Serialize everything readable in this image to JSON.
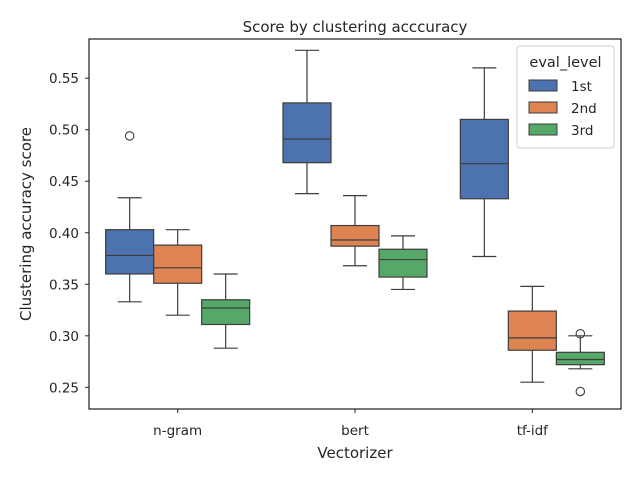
{
  "chart_data": {
    "type": "box",
    "title": "Score by clustering acccuracy",
    "xlabel": "Vectorizer",
    "ylabel": "Clustering accuracy score",
    "ylim": [
      0.229,
      0.588
    ],
    "yticks": [
      0.25,
      0.3,
      0.35,
      0.4,
      0.45,
      0.5,
      0.55
    ],
    "ytick_labels": [
      "0.25",
      "0.30",
      "0.35",
      "0.40",
      "0.45",
      "0.50",
      "0.55"
    ],
    "categories": [
      "n-gram",
      "bert",
      "tf-idf"
    ],
    "grid": false,
    "legend": {
      "title": "eval_level",
      "position": "top-right"
    },
    "series": [
      {
        "name": "1st",
        "color": "#4c72b0",
        "boxes": [
          {
            "whislo": 0.333,
            "q1": 0.36,
            "med": 0.378,
            "q3": 0.403,
            "whishi": 0.434,
            "fliers": [
              0.494
            ]
          },
          {
            "whislo": 0.438,
            "q1": 0.468,
            "med": 0.491,
            "q3": 0.526,
            "whishi": 0.577,
            "fliers": []
          },
          {
            "whislo": 0.377,
            "q1": 0.433,
            "med": 0.467,
            "q3": 0.51,
            "whishi": 0.56,
            "fliers": []
          }
        ]
      },
      {
        "name": "2nd",
        "color": "#dd8452",
        "boxes": [
          {
            "whislo": 0.32,
            "q1": 0.351,
            "med": 0.366,
            "q3": 0.388,
            "whishi": 0.403,
            "fliers": []
          },
          {
            "whislo": 0.368,
            "q1": 0.387,
            "med": 0.393,
            "q3": 0.407,
            "whishi": 0.436,
            "fliers": []
          },
          {
            "whislo": 0.255,
            "q1": 0.286,
            "med": 0.298,
            "q3": 0.324,
            "whishi": 0.348,
            "fliers": []
          }
        ]
      },
      {
        "name": "3rd",
        "color": "#55a868",
        "boxes": [
          {
            "whislo": 0.288,
            "q1": 0.311,
            "med": 0.327,
            "q3": 0.335,
            "whishi": 0.36,
            "fliers": []
          },
          {
            "whislo": 0.345,
            "q1": 0.357,
            "med": 0.374,
            "q3": 0.384,
            "whishi": 0.397,
            "fliers": []
          },
          {
            "whislo": 0.268,
            "q1": 0.272,
            "med": 0.277,
            "q3": 0.284,
            "whishi": 0.3,
            "fliers": [
              0.302,
              0.246
            ]
          }
        ]
      }
    ]
  }
}
